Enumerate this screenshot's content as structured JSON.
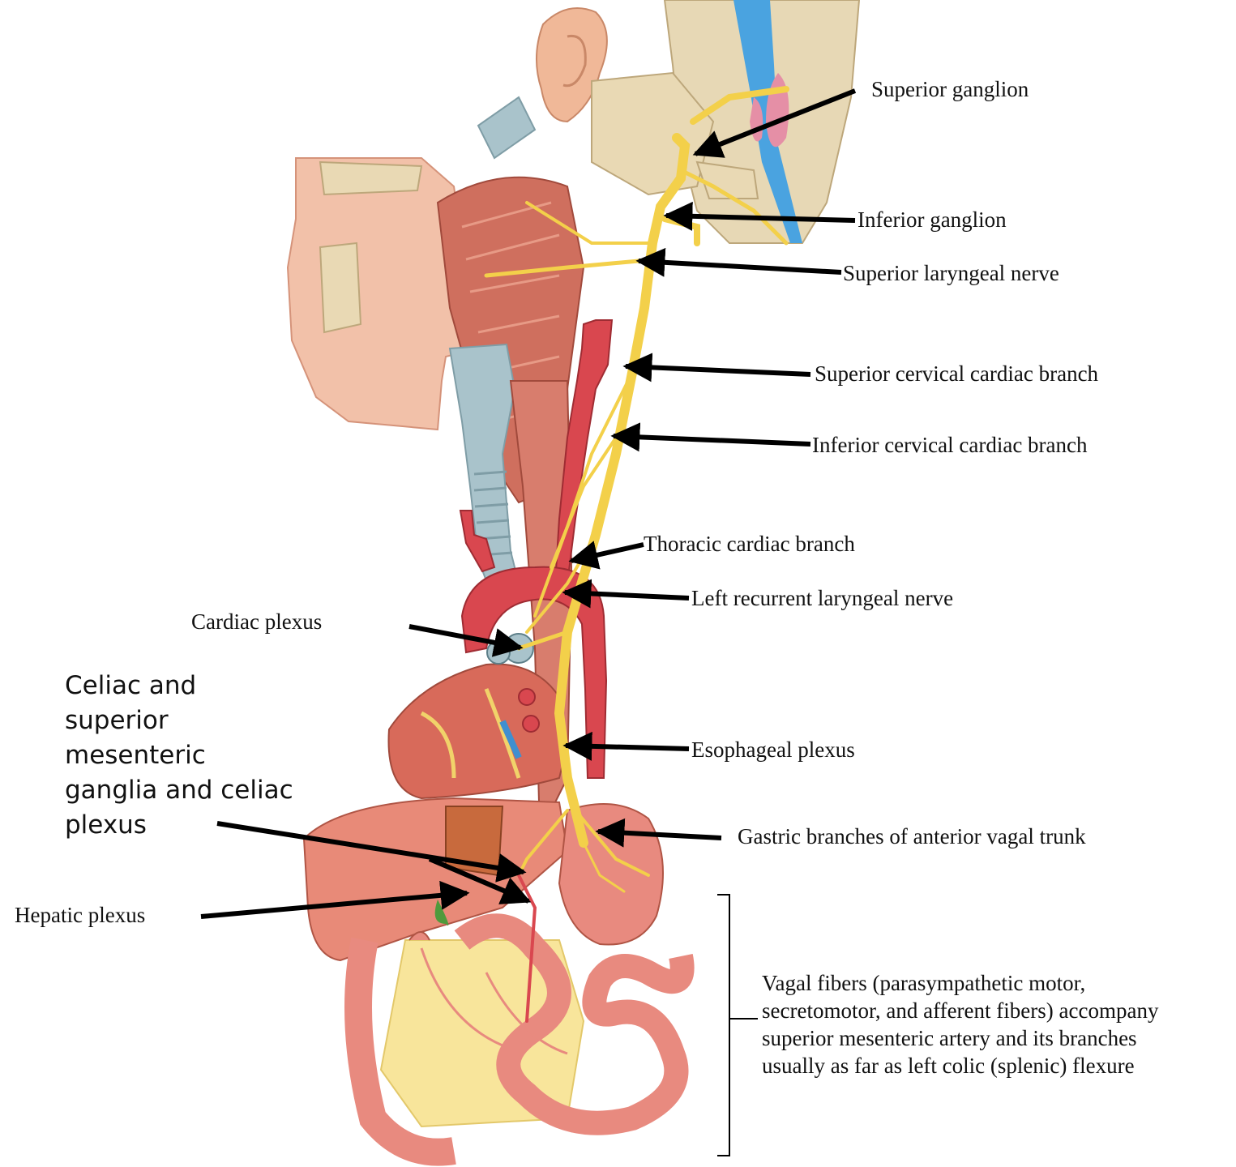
{
  "labels": {
    "superior_ganglion": "Superior ganglion",
    "inferior_ganglion": "Inferior ganglion",
    "superior_laryngeal_nerve": "Superior laryngeal nerve",
    "superior_cervical_cardiac_branch": "Superior cervical cardiac branch",
    "inferior_cervical_cardiac_branch": "Inferior cervical cardiac branch",
    "thoracic_cardiac_branch": "Thoracic cardiac branch",
    "left_recurrent_laryngeal_nerve": "Left recurrent laryngeal nerve",
    "cardiac_plexus": "Cardiac plexus",
    "celiac_ganglia": "Celiac and superior mesenteric ganglia and celiac plexus",
    "esophageal_plexus": "Esophageal plexus",
    "gastric_branches": "Gastric branches of anterior vagal trunk",
    "hepatic_plexus": "Hepatic plexus"
  },
  "vagal_note": [
    "Vagal fibers (parasympathetic motor,",
    "secretomotor, and afferent fibers) accompany",
    "superior mesenteric artery and its branches",
    "usually as far as left colic (splenic) flexure"
  ],
  "colors": {
    "nerve": "#f3d04a",
    "artery": "#d9474f",
    "skin": "#efa98f",
    "bone": "#e9d9b4",
    "cartilage": "#a9c3cb",
    "fat": "#f8e59b",
    "csf": "#4aa3e0",
    "arrow": "#000000"
  }
}
